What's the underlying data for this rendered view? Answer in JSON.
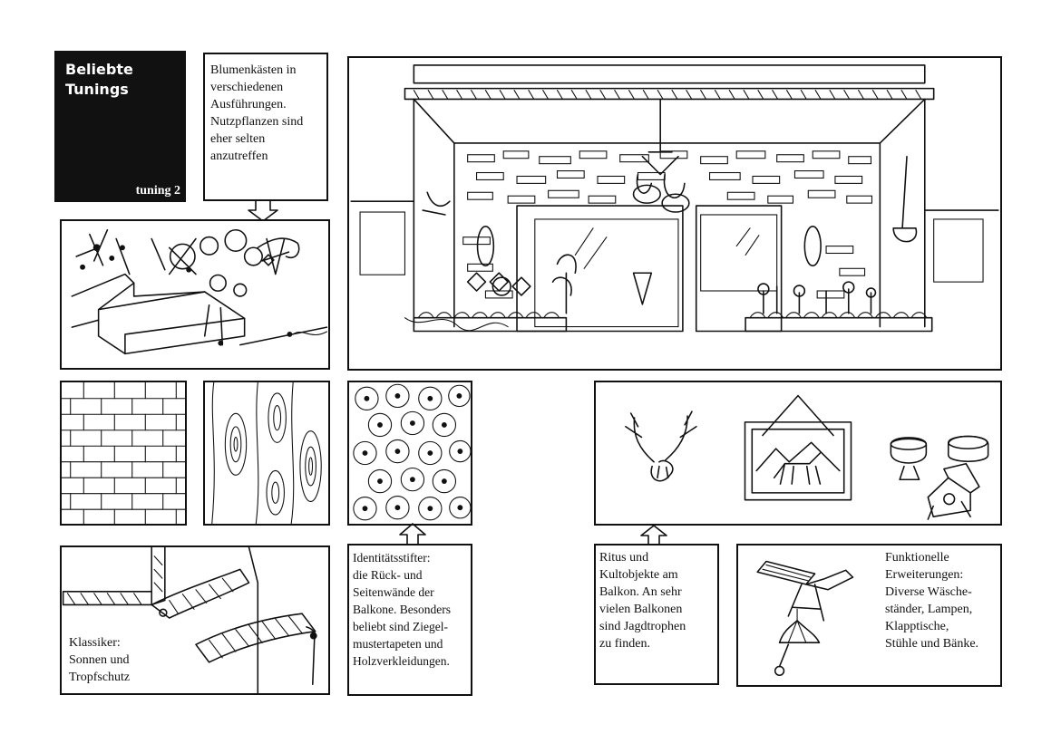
{
  "title": {
    "heading": "Beliebte\nTunings",
    "tag": "tuning 2"
  },
  "captions": {
    "flower_boxes": "Blumenkästen in\nverschiedenen\nAusführungen.\nNutzpflanzen sind\neher selten\nanzutreffen",
    "awnings": "Klassiker:\nSonnen und\nTropfschutz",
    "walls": "Identitätsstifter:\ndie Rück- und\nSeitenwände der\nBalkone. Besonders\nbeliebt sind Ziegel-\nmustertapeten und\nHolzverkleidungen.",
    "cult_objects": "Ritus und\nKultobjekte am\nBalkon. An sehr\nvielen Balkonen\nsind Jagdtrophen\nzu finden.",
    "functional": "Funktionelle\nErweiterungen:\nDiverse Wäsche-\nständer, Lampen,\nKlapptische,\nStühle und Bänke."
  }
}
